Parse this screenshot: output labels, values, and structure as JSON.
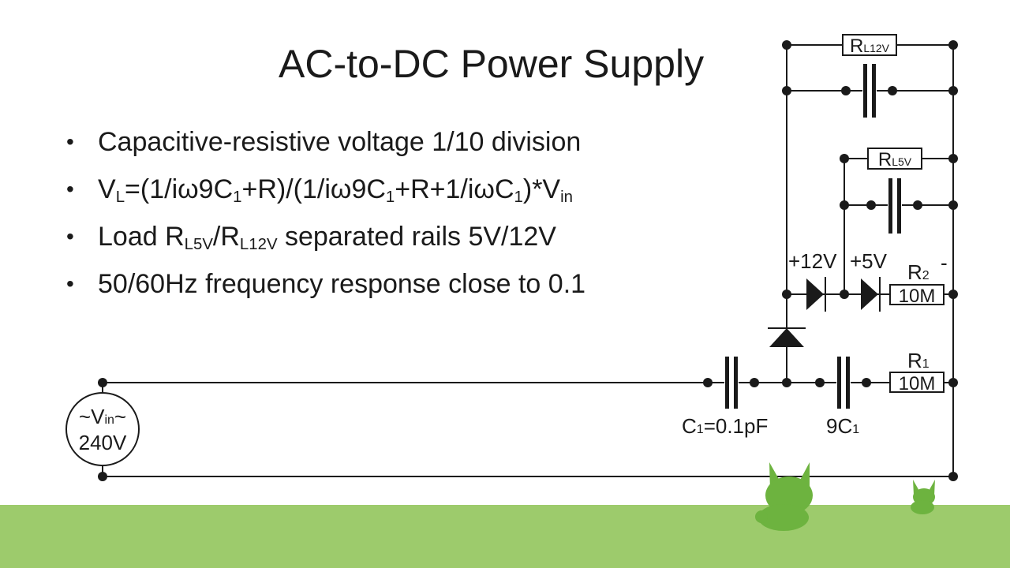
{
  "slide": {
    "title": "AC-to-DC Power Supply",
    "bullets": [
      {
        "parts": [
          {
            "t": "Capacitive-resistive voltage 1/10 division"
          }
        ]
      },
      {
        "parts": [
          {
            "t": "V"
          },
          {
            "sub": "L"
          },
          {
            "t": "=(1/iω9C"
          },
          {
            "sub": "1"
          },
          {
            "t": "+R)/(1/iω9C"
          },
          {
            "sub": "1"
          },
          {
            "t": "+R+1/iωC"
          },
          {
            "sub": "1"
          },
          {
            "t": ")*V"
          },
          {
            "sub": "in"
          }
        ]
      },
      {
        "parts": [
          {
            "t": "Load R"
          },
          {
            "sub": "L5V"
          },
          {
            "t": "/R"
          },
          {
            "sub": "L12V"
          },
          {
            "t": " separated rails 5V/12V"
          }
        ]
      },
      {
        "parts": [
          {
            "t": "50/60Hz frequency response close to 0.1"
          }
        ]
      }
    ]
  },
  "circuit": {
    "source": {
      "line1": "~V",
      "line1_sub": "in",
      "line1_end": "~",
      "line2": "240V"
    },
    "c1_label": "C",
    "c1_label_sub": "1",
    "c1_label_end": "=0.1pF",
    "c9_label": "9C",
    "c9_label_sub": "1",
    "r1_label": "R",
    "r1_label_sub": "1",
    "r1_value": "10M",
    "r2_label": "R",
    "r2_label_sub": "2",
    "r2_value": "10M",
    "rail12_label": "+12V",
    "rail5_label": "+5V",
    "minus_label": "-",
    "rl12_label": "R",
    "rl12_label_sub": "L12V",
    "rl5_label": "R",
    "rl5_label_sub": "L5V"
  },
  "colors": {
    "grass": "#9dcb6c",
    "mascot": "#6db33f",
    "ink": "#1a1a1a"
  }
}
